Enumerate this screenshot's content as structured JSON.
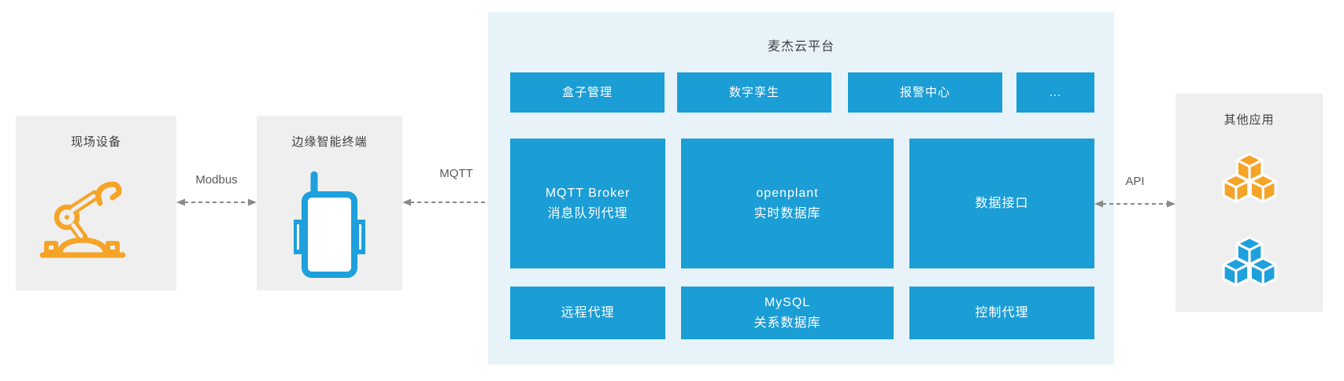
{
  "colors": {
    "accent_blue": "#1b9dd6",
    "icon_blue": "#1ea0dc",
    "icon_orange": "#f5a428",
    "platform_bg": "#e8f3f9",
    "node_bg": "#efefef",
    "arrow_gray": "#8a8a8a"
  },
  "nodes": {
    "field_device": {
      "title": "现场设备",
      "icon": "robot-arm-icon"
    },
    "edge_terminal": {
      "title": "边缘智能终端",
      "icon": "iot-terminal-icon"
    },
    "other_apps": {
      "title": "其他应用",
      "icons": [
        "orange-cubes-icon",
        "blue-cubes-icon"
      ]
    }
  },
  "platform": {
    "title": "麦杰云平台",
    "top_row": [
      {
        "label": "盒子管理"
      },
      {
        "label": "数字孪生"
      },
      {
        "label": "报警中心"
      },
      {
        "label": "..."
      }
    ],
    "middle_row": [
      {
        "line1": "MQTT Broker",
        "line2": "消息队列代理"
      },
      {
        "line1": "openplant",
        "line2": "实时数据库"
      },
      {
        "line1": "数据接口",
        "line2": ""
      }
    ],
    "bottom_row": [
      {
        "line1": "远程代理",
        "line2": ""
      },
      {
        "line1": "MySQL",
        "line2": "关系数据库"
      },
      {
        "line1": "控制代理",
        "line2": ""
      }
    ]
  },
  "links": [
    {
      "label": "Modbus"
    },
    {
      "label": "MQTT"
    },
    {
      "label": "API"
    }
  ]
}
